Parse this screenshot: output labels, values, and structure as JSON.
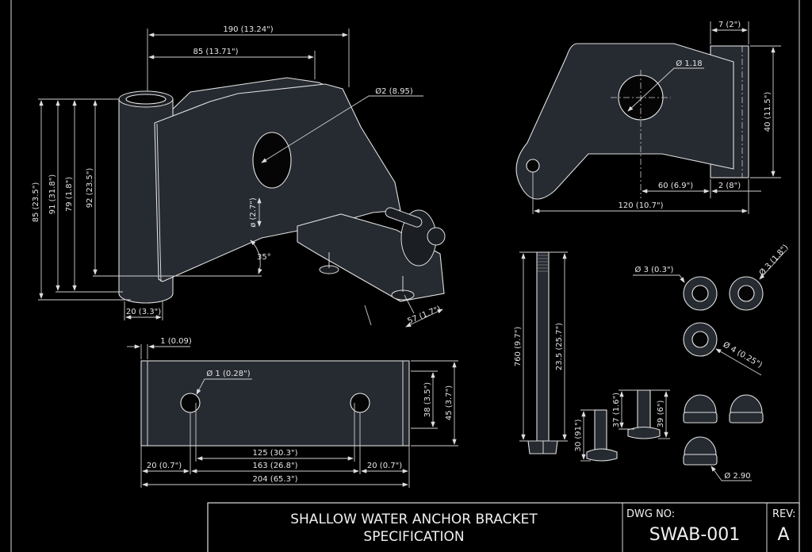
{
  "iso_view": {
    "overall_width": "190 (13.24\")",
    "plate_width": "85 (13.71\")",
    "height_1": "85 (23.5\")",
    "height_2": "91 (31.8\")",
    "height_3": "79 (1.8\")",
    "height_4": "92 (23.5\")",
    "tube_diameter": "20 (3.3\")",
    "hole_diameter": "Ø2 (8.95)",
    "hole_offset": "ø (2.7\")",
    "angle": "35°",
    "foot_width": "57 (1.7\")"
  },
  "side_view": {
    "tube_width": "7 (2\")",
    "hole_diameter": "Ø 1.18",
    "height": "40 (11.5\")",
    "hole_offset": "60 (6.9\")",
    "wall": "2 (8\")",
    "overall_length": "120 (10.7\")"
  },
  "hardware": {
    "long_bolt_length": "760 (9.7\")",
    "long_bolt_shank": "23.5 (25.7\")",
    "short_bolt_length": "30 (91\")",
    "mid_bolt_shank": "37 (1.6\")",
    "mid_bolt_length": "39 (6\")",
    "washer_1": "Ø 3 (0.3\")",
    "washer_2": "Ø 3 (1.8\")",
    "washer_3": "Ø 4 (0.25\")",
    "cap_nut": "Ø 2.90"
  },
  "base_plate": {
    "edge": "1 (0.09)",
    "hole_diameter": "Ø 1 (0.28\")",
    "inner_height": "38 (3.5\")",
    "height": "45 (3.7\")",
    "hole_spacing": "125 (30.3\")",
    "span": "163 (26.8\")",
    "left_margin": "20 (0.7\")",
    "right_margin": "20 (0.7\")",
    "overall_length": "204 (65.3\")"
  },
  "title_block": {
    "title_line1": "SHALLOW WATER ANCHOR BRACKET",
    "title_line2": "SPECIFICATION",
    "dwg_label": "DWG NO:",
    "dwg_number": "SWAB-001",
    "rev_label": "REV:",
    "rev_value": "A"
  }
}
